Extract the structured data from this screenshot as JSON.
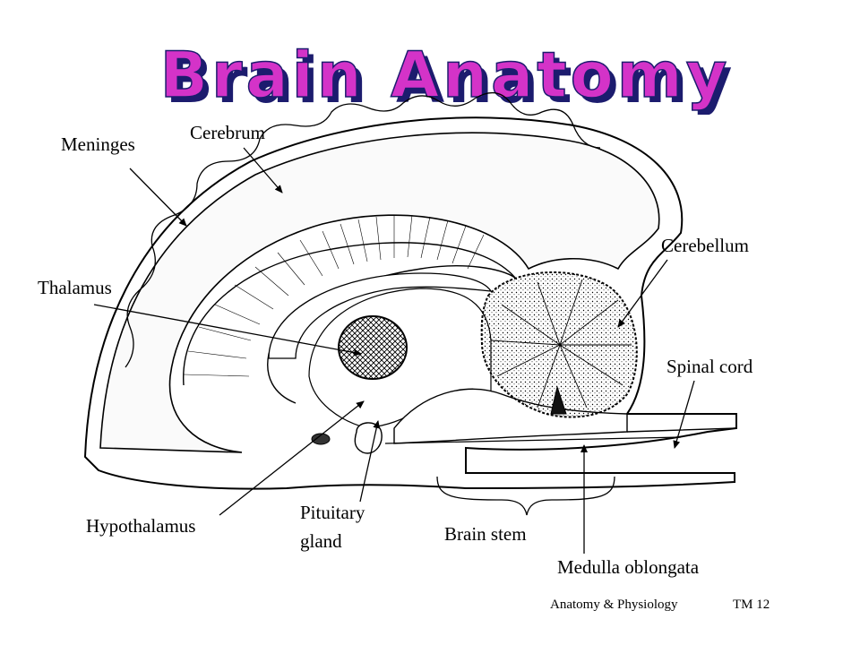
{
  "slide": {
    "title": "Brain Anatomy",
    "colors": {
      "title_fill": "#d433c8",
      "title_shadow": "#1c1c6e",
      "line": "#000000"
    }
  },
  "labels": {
    "meninges": "Meninges",
    "cerebrum": "Cerebrum",
    "cerebellum": "Cerebellum",
    "thalamus": "Thalamus",
    "spinal_cord": "Spinal cord",
    "hypothalamus": "Hypothalamus",
    "pituitary_line1": "Pituitary",
    "pituitary_line2": "gland",
    "brain_stem": "Brain stem",
    "medulla": "Medulla oblongata"
  },
  "footer": {
    "course": "Anatomy & Physiology",
    "code": "TM  12"
  }
}
